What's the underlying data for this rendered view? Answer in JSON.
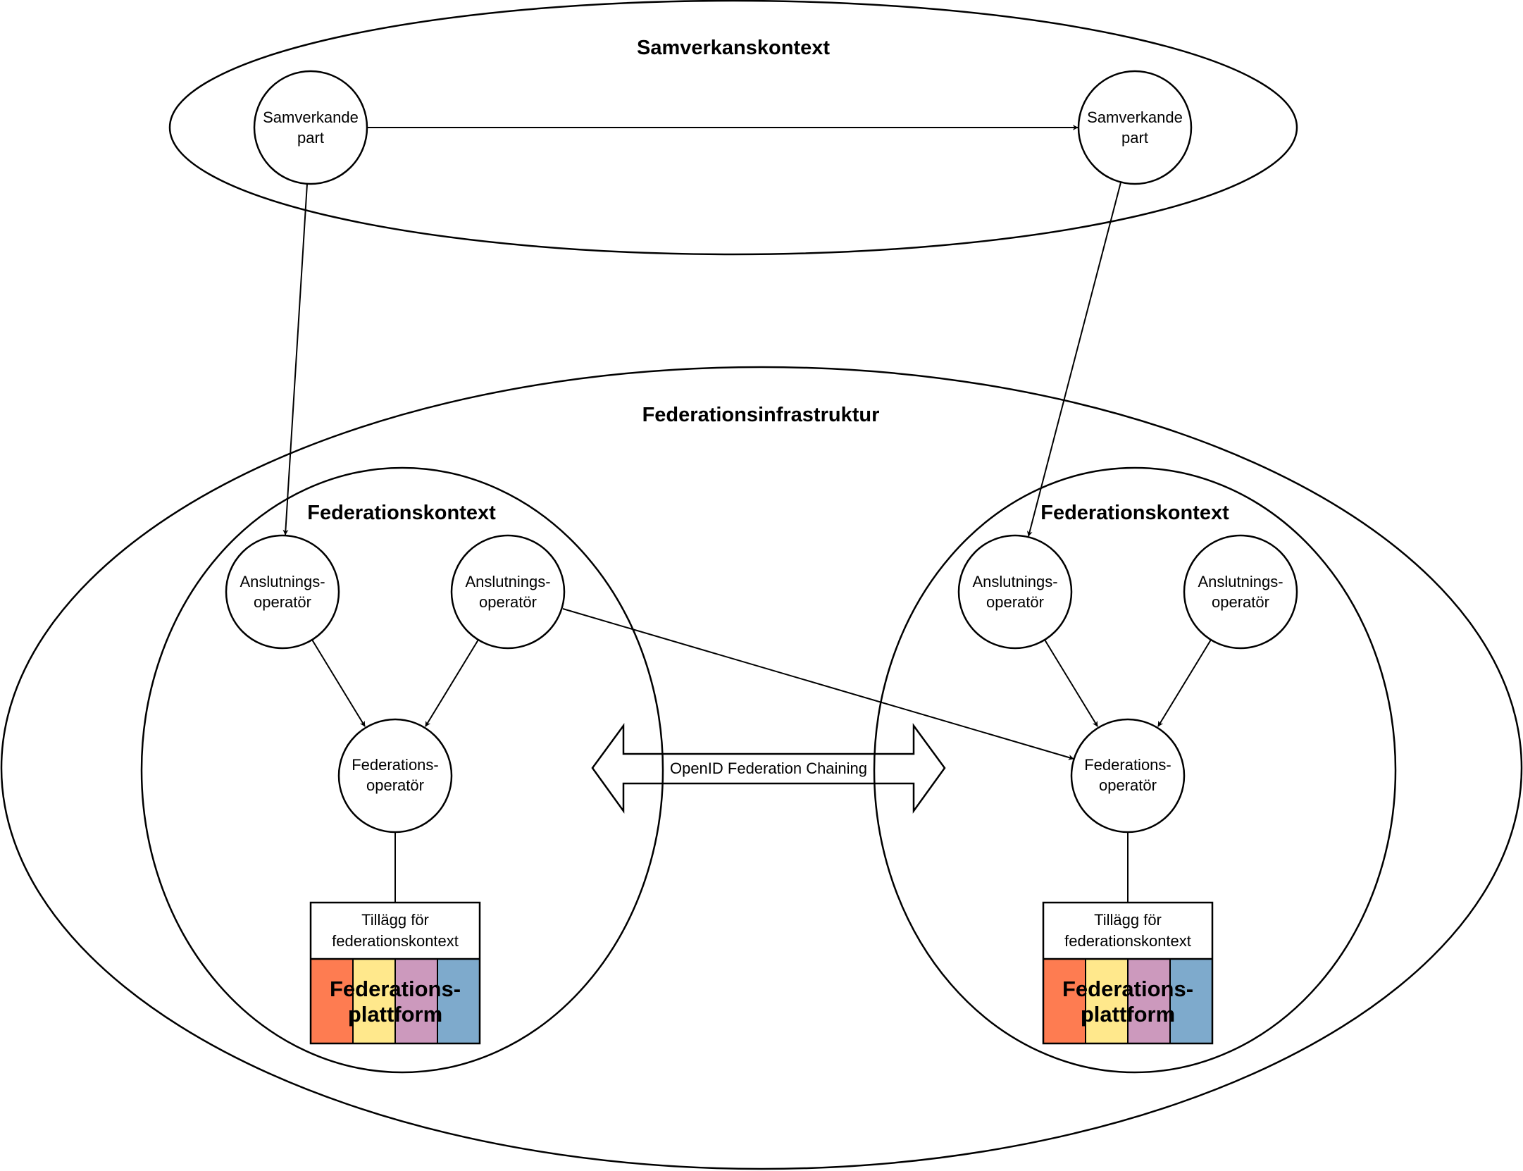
{
  "diagram": {
    "samverkan": {
      "title": "Samverkanskontext",
      "parties": [
        {
          "line1": "Samverkande",
          "line2": "part"
        },
        {
          "line1": "Samverkande",
          "line2": "part"
        }
      ]
    },
    "infrastructure": {
      "title": "Federationsinfrastruktur",
      "chaining_label": "OpenID Federation Chaining",
      "contexts": [
        {
          "title": "Federationskontext",
          "connection_operators": [
            {
              "line1": "Anslutnings-",
              "line2": "operatör"
            },
            {
              "line1": "Anslutnings-",
              "line2": "operatör"
            }
          ],
          "federation_operator": {
            "line1": "Federations-",
            "line2": "operatör"
          },
          "extension": {
            "line1": "Tillägg för",
            "line2": "federationskontext"
          },
          "platform": {
            "line1": "Federations-",
            "line2": "plattform"
          }
        },
        {
          "title": "Federationskontext",
          "connection_operators": [
            {
              "line1": "Anslutnings-",
              "line2": "operatör"
            },
            {
              "line1": "Anslutnings-",
              "line2": "operatör"
            }
          ],
          "federation_operator": {
            "line1": "Federations-",
            "line2": "operatör"
          },
          "extension": {
            "line1": "Tillägg för",
            "line2": "federationskontext"
          },
          "platform": {
            "line1": "Federations-",
            "line2": "plattform"
          }
        }
      ]
    },
    "platform_colors": [
      "#fe7c51",
      "#ffe88c",
      "#cc99bd",
      "#7eaacc"
    ]
  }
}
